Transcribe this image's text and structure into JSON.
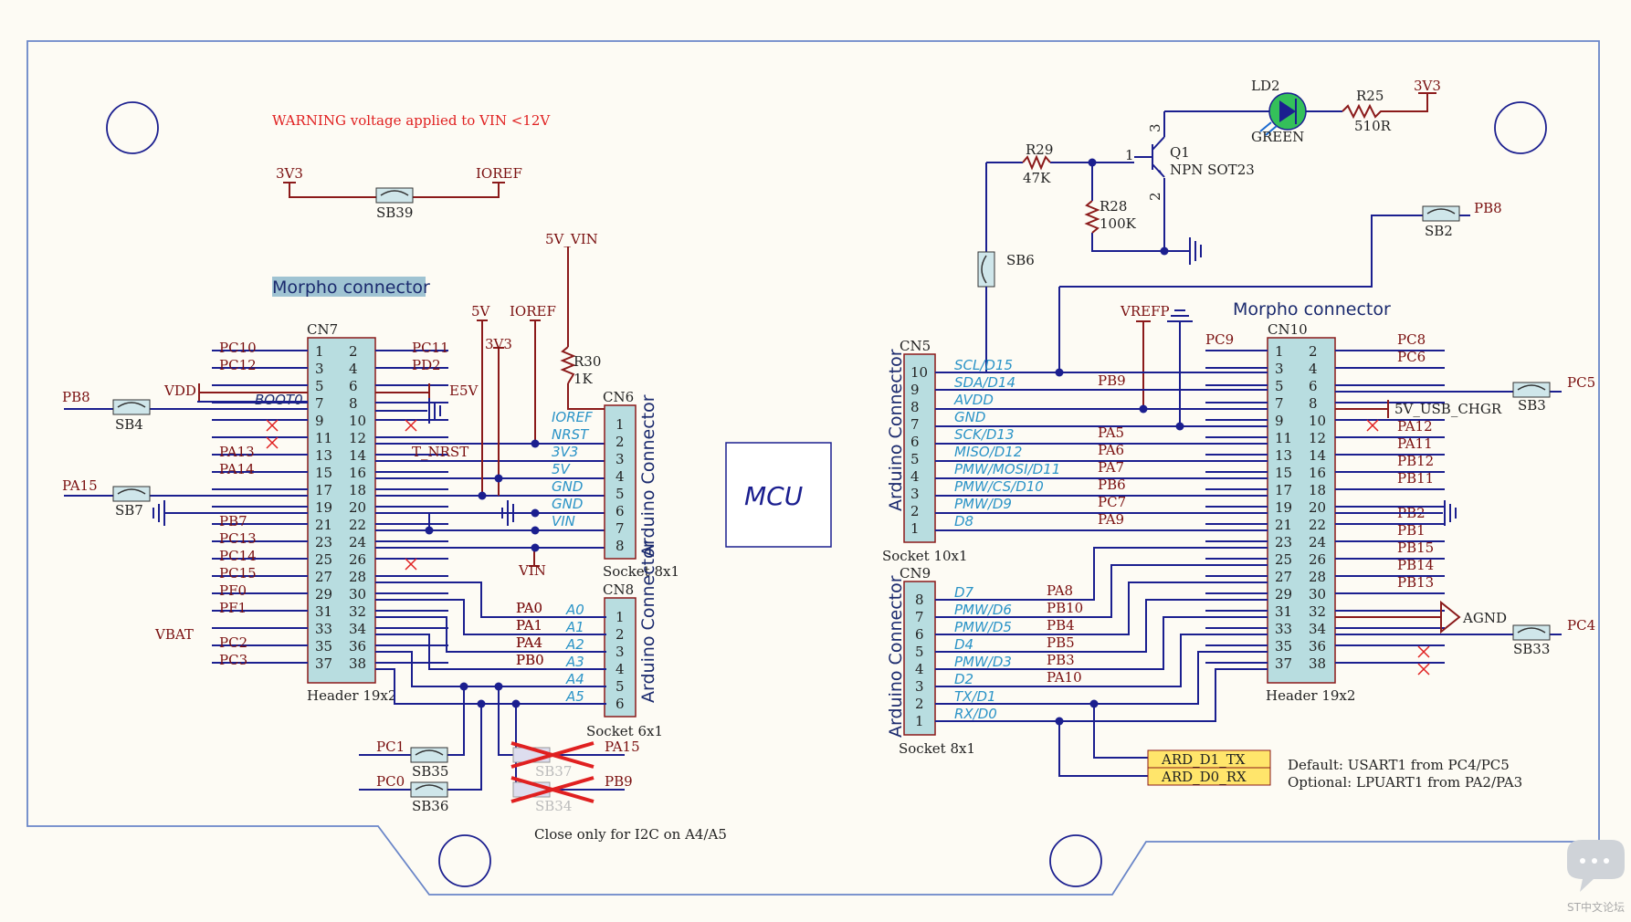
{
  "warning": "WARNING voltage applied to VIN <12V",
  "mcu_label": "MCU",
  "left_morpho": {
    "title": "Morpho connector",
    "ref": "CN7",
    "footer": "Header 19x2",
    "left_pins": [
      "1",
      "3",
      "5",
      "7",
      "9",
      "11",
      "13",
      "15",
      "17",
      "19",
      "21",
      "23",
      "25",
      "27",
      "29",
      "31",
      "33",
      "35",
      "37"
    ],
    "right_pins": [
      "2",
      "4",
      "6",
      "8",
      "10",
      "12",
      "14",
      "16",
      "18",
      "20",
      "22",
      "24",
      "26",
      "28",
      "30",
      "32",
      "34",
      "36",
      "38"
    ],
    "left_nets": [
      "PC10",
      "PC12",
      "VDD",
      "BOOT0",
      "",
      "",
      "PA13",
      "PA14",
      "PA15",
      "",
      "PB7",
      "PC13",
      "PC14",
      "PC15",
      "PF0",
      "PF1",
      "VBAT",
      "PC2",
      "PC3"
    ],
    "right_nets": [
      "PC11",
      "PD2",
      "E5V",
      "",
      "",
      "T_NRST",
      "",
      "",
      "",
      "",
      "",
      "",
      "",
      "",
      "",
      "PA0",
      "PA1",
      "PA4",
      "PB0"
    ]
  },
  "cn6": {
    "ref": "CN6",
    "footer": "Socket 8x1",
    "name": "Arduino Connector",
    "pins": [
      "1",
      "2",
      "3",
      "4",
      "5",
      "6",
      "7",
      "8"
    ],
    "signals": [
      "IOREF",
      "NRST",
      "3V3",
      "5V",
      "GND",
      "GND",
      "VIN"
    ]
  },
  "cn8": {
    "ref": "CN8",
    "footer": "Socket 6x1",
    "name": "Arduino Connector",
    "pins": [
      "1",
      "2",
      "3",
      "4",
      "5",
      "6"
    ],
    "signals": [
      "A0",
      "A1",
      "A2",
      "A3",
      "A4",
      "A5"
    ],
    "nets": [
      "PA0",
      "PA1",
      "PA4",
      "PB0"
    ]
  },
  "left_labels": {
    "sb39": "SB39",
    "v3v3": "3V3",
    "ioref": "IOREF",
    "pb8": "PB8",
    "sb4": "SB4",
    "pa15": "PA15",
    "sb7": "SB7",
    "v5vin": "5V_VIN",
    "r30": "R30",
    "r30v": "1K",
    "v5v": "5V",
    "v3v3b": "3V3",
    "ioref2": "IOREF",
    "vin": "VIN",
    "pc1": "PC1",
    "sb35": "SB35",
    "pc0": "PC0",
    "sb36": "SB36",
    "sb37": "SB37",
    "sb34": "SB34",
    "pa15b": "PA15",
    "pb9": "PB9",
    "i2c_note": "Close only for I2C on A4/A5"
  },
  "right_morpho": {
    "title": "Morpho connector",
    "ref": "CN10",
    "footer": "Header 19x2",
    "left_pins": [
      "1",
      "3",
      "5",
      "7",
      "9",
      "11",
      "13",
      "15",
      "17",
      "19",
      "21",
      "23",
      "25",
      "27",
      "29",
      "31",
      "33",
      "35",
      "37"
    ],
    "right_pins": [
      "2",
      "4",
      "6",
      "8",
      "10",
      "12",
      "14",
      "16",
      "18",
      "20",
      "22",
      "24",
      "26",
      "28",
      "30",
      "32",
      "34",
      "36",
      "38"
    ],
    "left_nets": [
      "PC9",
      "PB9",
      "PA5",
      "PA6",
      "PA7",
      "PB6",
      "PC7",
      "PA9",
      "PA8",
      "PB10",
      "PB4",
      "PB5",
      "PB3",
      "PA10"
    ],
    "right_nets": [
      "PC8",
      "PC6",
      "PC5",
      "5V_USB_CHGR",
      "PA12",
      "PA11",
      "PB12",
      "PB11",
      "PB2",
      "PB1",
      "PB15",
      "PB14",
      "PB13",
      "AGND",
      "PC4"
    ]
  },
  "cn5": {
    "ref": "CN5",
    "footer": "Socket 10x1",
    "name": "Arduino Connector",
    "pins": [
      "10",
      "9",
      "8",
      "7",
      "6",
      "5",
      "4",
      "3",
      "2",
      "1"
    ],
    "signals": [
      "SCL/D15",
      "SDA/D14",
      "AVDD",
      "GND",
      "SCK/D13",
      "MISO/D12",
      "PMW/MOSI/D11",
      "PMW/CS/D10",
      "PMW/D9",
      "D8"
    ]
  },
  "cn9": {
    "ref": "CN9",
    "footer": "Socket 8x1",
    "name": "Arduino Connector",
    "pins": [
      "8",
      "7",
      "6",
      "5",
      "4",
      "3",
      "2",
      "1"
    ],
    "signals": [
      "D7",
      "PMW/D6",
      "PMW/D5",
      "D4",
      "PMW/D3",
      "D2",
      "TX/D1",
      "RX/D0"
    ]
  },
  "right_labels": {
    "ld2": "LD2",
    "green": "GREEN",
    "r25": "R25",
    "r25v": "510R",
    "v3v3": "3V3",
    "q1": "Q1",
    "q1v": "NPN SOT23",
    "r29": "R29",
    "r29v": "47K",
    "r28": "R28",
    "r28v": "100K",
    "sb6": "SB6",
    "sb2": "SB2",
    "pb8": "PB8",
    "vrefp": "VREFP",
    "sb3": "SB3",
    "sb33": "SB33",
    "ard_tx": "ARD_D1_TX",
    "ard_rx": "ARD_D0_RX",
    "default_note": "Default: USART1 from PC4/PC5",
    "optional_note": "Optional: LPUART1 from PA2/PA3",
    "q1_p1": "1",
    "q1_p2": "2",
    "q1_p3": "3"
  },
  "watermark": "ST中文论坛"
}
